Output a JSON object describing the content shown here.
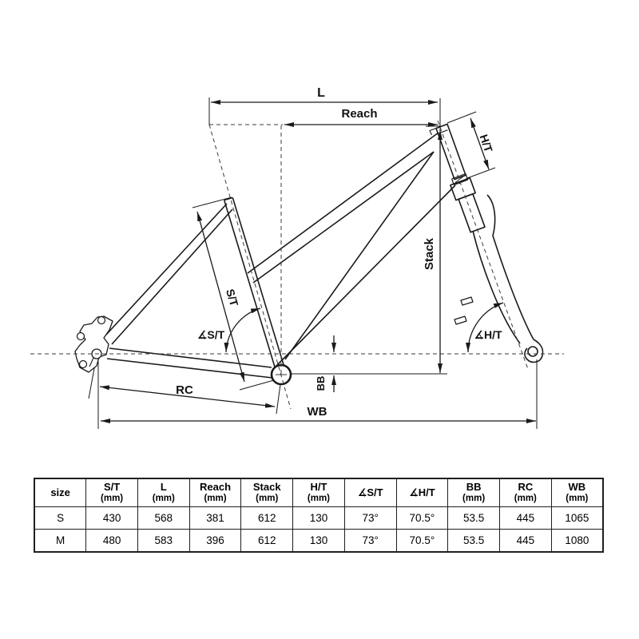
{
  "diagram": {
    "labels": {
      "top_tube_length": "L",
      "reach": "Reach",
      "head_tube": "H/T",
      "stack": "Stack",
      "seat_tube": "S/T",
      "seat_tube_angle": "∡S/T",
      "head_tube_angle": "∡H/T",
      "bb_drop": "BB",
      "rear_center": "RC",
      "wheelbase": "WB"
    }
  },
  "table": {
    "columns": [
      {
        "label": "size",
        "unit": ""
      },
      {
        "label": "S/T",
        "unit": "(mm)"
      },
      {
        "label": "L",
        "unit": "(mm)"
      },
      {
        "label": "Reach",
        "unit": "(mm)"
      },
      {
        "label": "Stack",
        "unit": "(mm)"
      },
      {
        "label": "H/T",
        "unit": "(mm)"
      },
      {
        "label": "∡S/T",
        "unit": ""
      },
      {
        "label": "∡H/T",
        "unit": ""
      },
      {
        "label": "BB",
        "unit": "(mm)"
      },
      {
        "label": "RC",
        "unit": "(mm)"
      },
      {
        "label": "WB",
        "unit": "(mm)"
      }
    ],
    "rows": [
      {
        "size": "S",
        "values": [
          "430",
          "568",
          "381",
          "612",
          "130",
          "73°",
          "70.5°",
          "53.5",
          "445",
          "1065"
        ]
      },
      {
        "size": "M",
        "values": [
          "480",
          "583",
          "396",
          "612",
          "130",
          "73°",
          "70.5°",
          "53.5",
          "445",
          "1080"
        ]
      }
    ]
  },
  "colors": {
    "line": "#1a1a1a",
    "background": "#ffffff"
  }
}
